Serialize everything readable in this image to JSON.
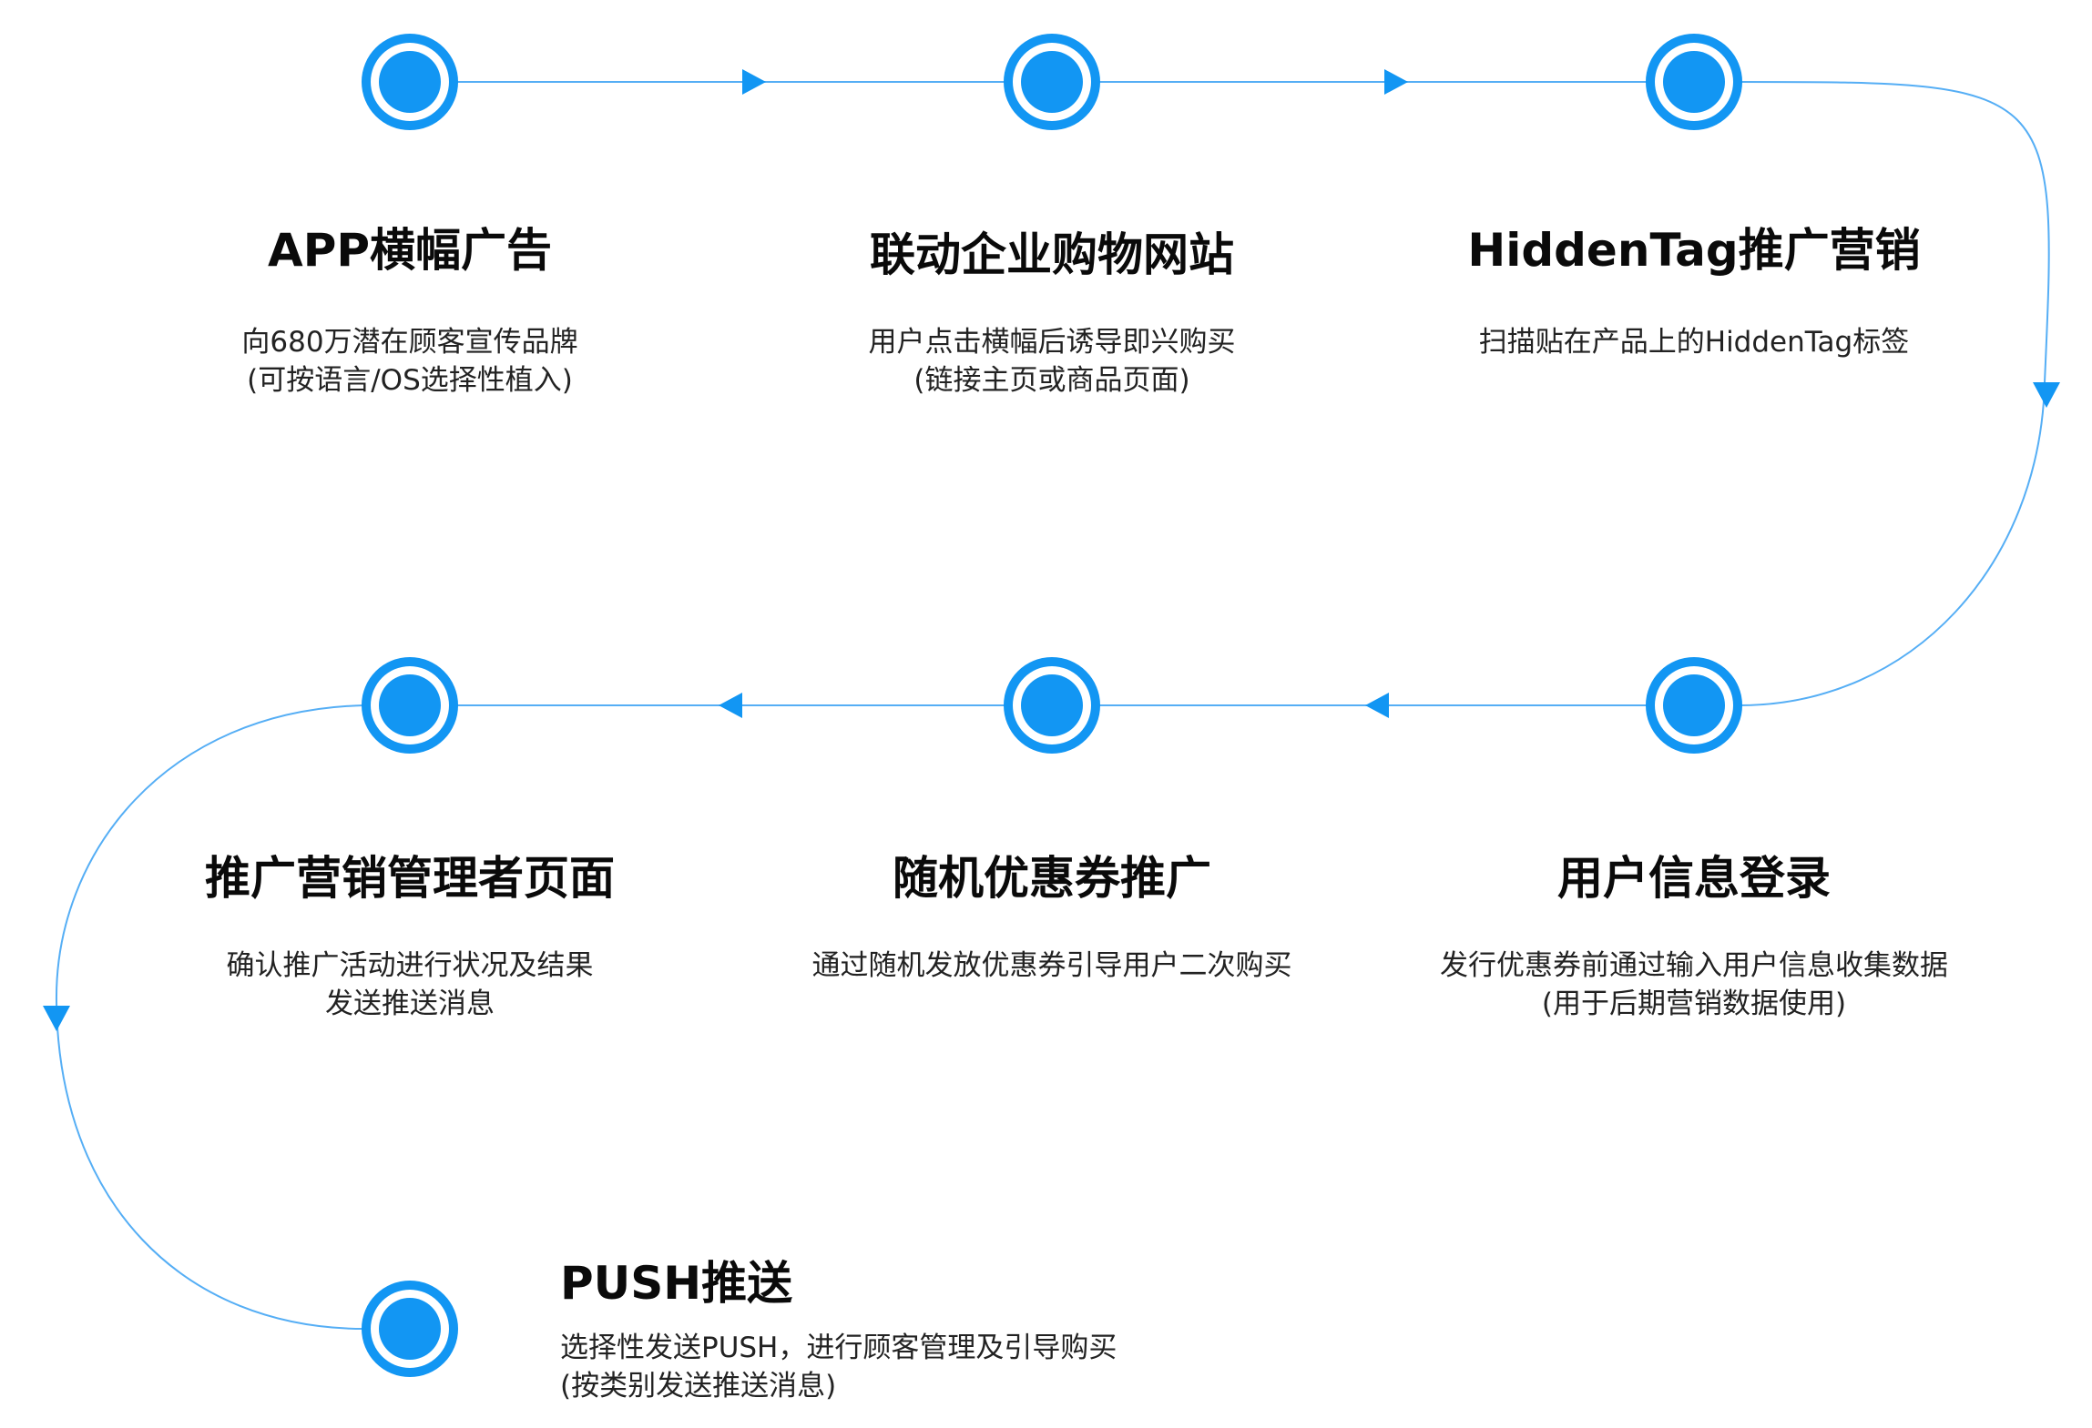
{
  "colors": {
    "accent": "#1296f3",
    "line": "#55aef5"
  },
  "steps": [
    {
      "title": "APP横幅广告",
      "desc": [
        "向680万潜在顾客宣传品牌",
        "(可按语言/OS选择性植入)"
      ]
    },
    {
      "title": "联动企业购物网站",
      "desc": [
        "用户点击横幅后诱导即兴购买",
        "(链接主页或商品页面)"
      ]
    },
    {
      "title": "HiddenTag推广营销",
      "desc": [
        "扫描贴在产品上的HiddenTag标签"
      ]
    },
    {
      "title": "用户信息登录",
      "desc": [
        "发行优惠券前通过输入用户信息收集数据",
        "(用于后期营销数据使用)"
      ]
    },
    {
      "title": "随机优惠券推广",
      "desc": [
        "通过随机发放优惠券引导用户二次购买"
      ]
    },
    {
      "title": "推广营销管理者页面",
      "desc": [
        "确认推广活动进行状况及结果",
        "发送推送消息"
      ]
    },
    {
      "title": "PUSH推送",
      "desc": [
        "选择性发送PUSH，进行顾客管理及引导购买",
        "(按类别发送推送消息)"
      ]
    }
  ]
}
